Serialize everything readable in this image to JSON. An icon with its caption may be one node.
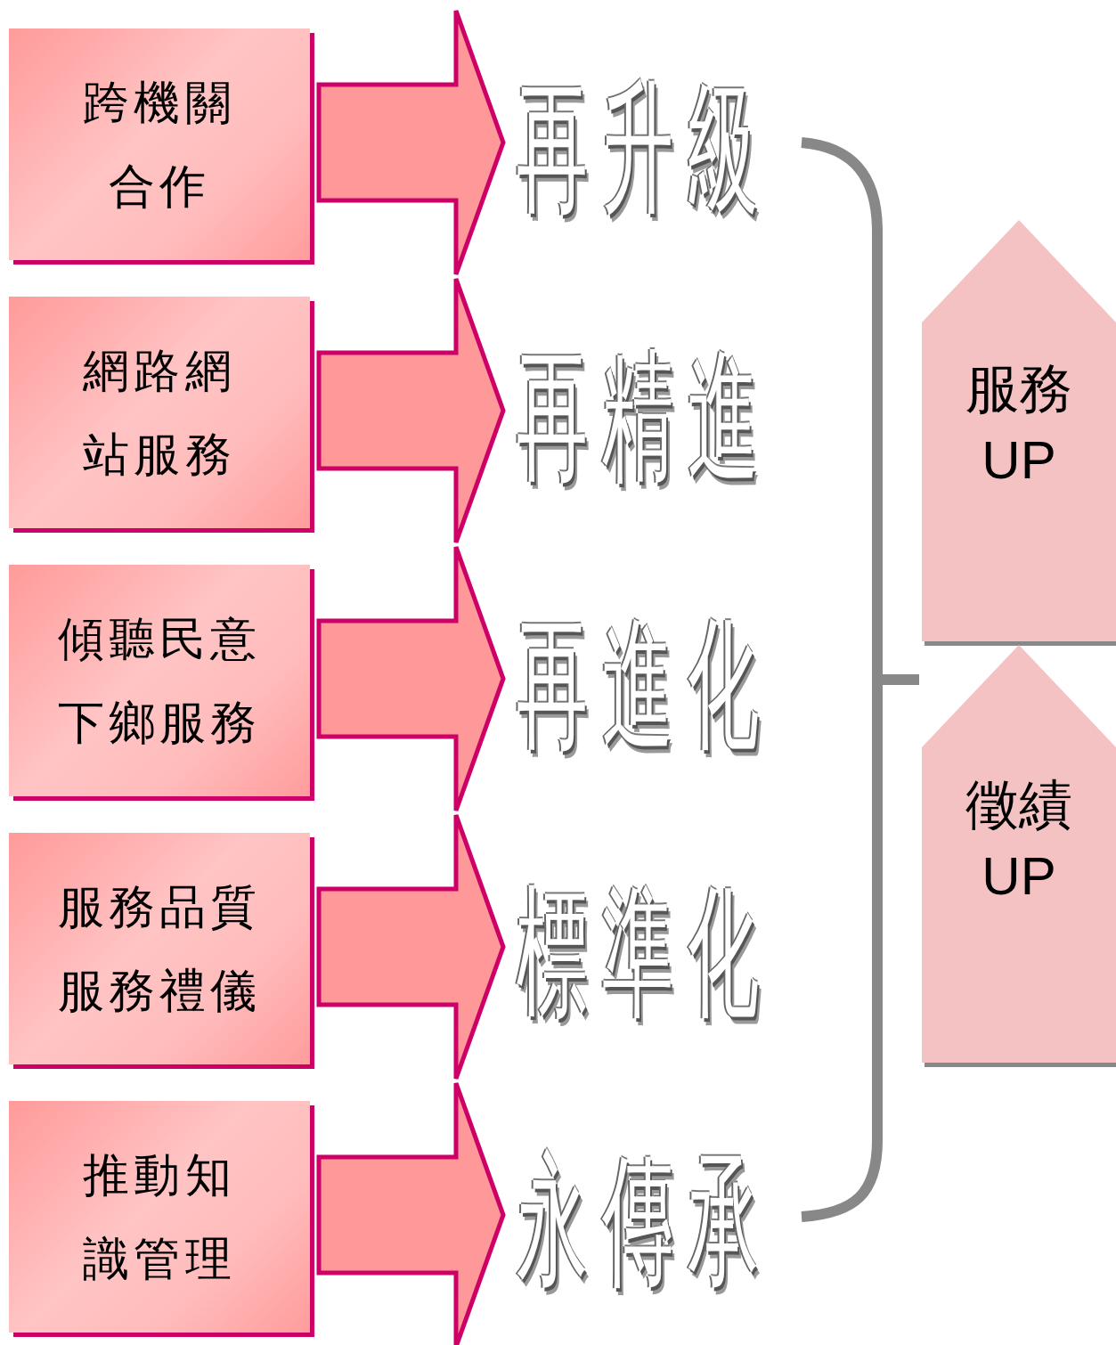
{
  "diagram": {
    "nodes": [
      {
        "text": [
          "跨機關合作"
        ]
      },
      {
        "text": [
          "網路網站服務"
        ]
      },
      {
        "text": [
          "傾聽民意下鄉服務"
        ]
      },
      {
        "text": [
          "服務品質服務禮儀"
        ]
      },
      {
        "text": [
          "推動知識管理"
        ]
      },
      {
        "text": [
          "再升級"
        ]
      },
      {
        "text": [
          "再精進"
        ]
      },
      {
        "text": [
          "再進化"
        ]
      },
      {
        "text": [
          "標準化"
        ]
      },
      {
        "text": [
          "永傳承"
        ]
      },
      {
        "text": [
          "服務",
          "UP"
        ]
      },
      {
        "text": [
          "徵績",
          "UP"
        ]
      }
    ],
    "edges": [
      {
        "from": 0,
        "to": 5,
        "arrow": "to"
      },
      {
        "from": 1,
        "to": 6,
        "arrow": "to"
      },
      {
        "from": 2,
        "to": 7,
        "arrow": "to"
      },
      {
        "from": 3,
        "to": 8,
        "arrow": "to"
      },
      {
        "from": 4,
        "to": 9,
        "arrow": "to"
      }
    ]
  }
}
